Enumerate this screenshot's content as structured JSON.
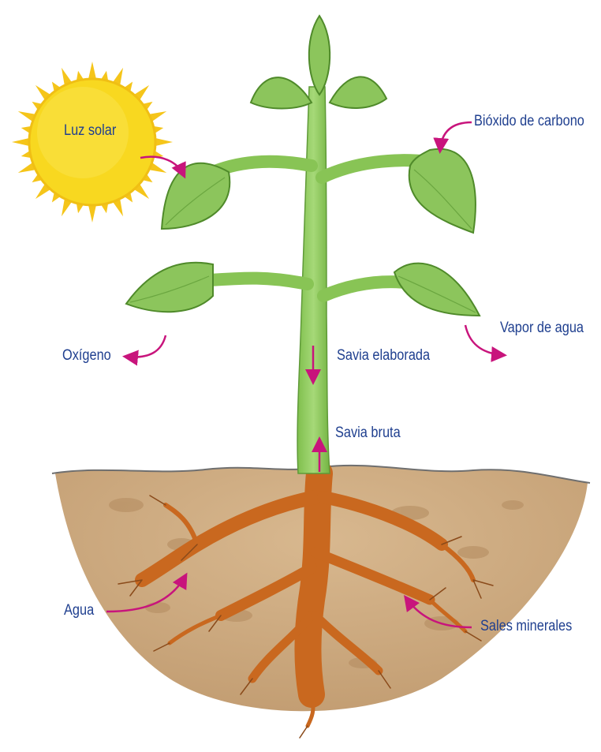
{
  "labels": {
    "sunlight": "Luz solar",
    "co2": "Bióxido de carbono",
    "water_vapor": "Vapor de agua",
    "oxygen": "Oxígeno",
    "elaborated_sap": "Savia elaborada",
    "raw_sap": "Savia bruta",
    "water": "Agua",
    "mineral_salts": "Sales minerales"
  },
  "colors": {
    "arrow": "#c8147c",
    "label": "#1f3f8f",
    "leaf": "#8cc55c",
    "stem": "#8ccb5a",
    "root": "#c96a22",
    "soil": "#c9a57c",
    "sun": "#f6d11c"
  }
}
